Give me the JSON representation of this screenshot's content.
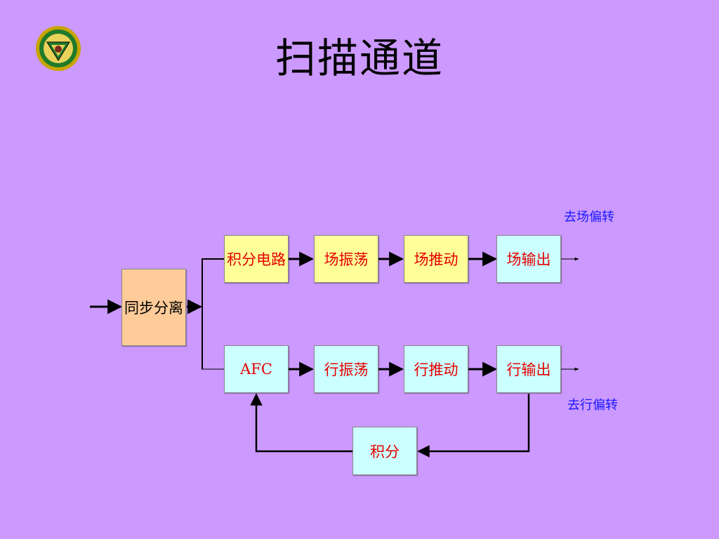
{
  "slide": {
    "title": "扫描通道"
  },
  "diagram": {
    "sync_sep": "同步分离",
    "field_chain": [
      "积分电路",
      "场振荡",
      "场推动",
      "场输出"
    ],
    "line_chain": [
      "AFC",
      "行振荡",
      "行推动",
      "行输出"
    ],
    "integrator": "积分",
    "to_field_deflection": "去场偏转",
    "to_line_deflection": "去行偏转"
  },
  "colors": {
    "background": "#cc99ff",
    "box_yellow": "#ffff99",
    "box_cyan": "#ccffff",
    "box_peach": "#ffcc99",
    "box_text": "#e60000",
    "output_label": "#1a1aff"
  }
}
